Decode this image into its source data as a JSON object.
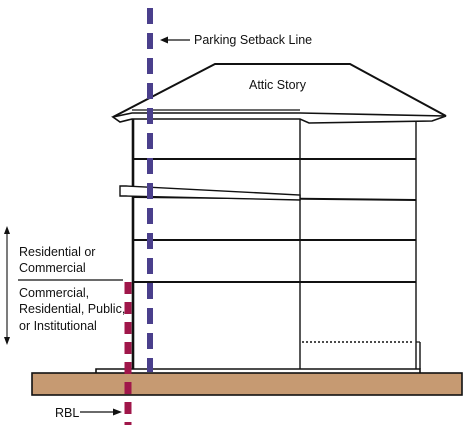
{
  "labels": {
    "parking_setback": "Parking Setback Line",
    "attic": "Attic Story",
    "upper_use": [
      "Residential or",
      "Commercial"
    ],
    "lower_use": [
      "Commercial,",
      "Residential, Public,",
      "or Institutional"
    ],
    "rbl": "RBL"
  },
  "colors": {
    "parking_line": "#4a3f8c",
    "rbl_line": "#a0174a",
    "ground": "#c69a72",
    "outline": "#111111"
  }
}
